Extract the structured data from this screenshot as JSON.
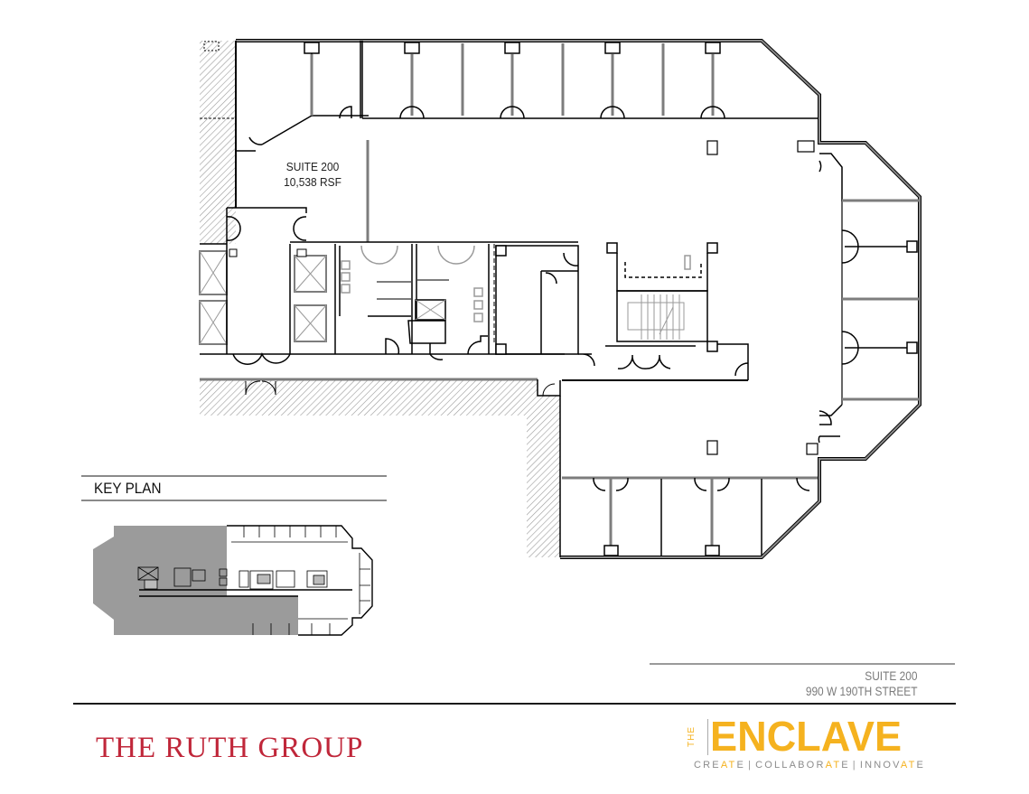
{
  "floor_plan": {
    "suite_label": "SUITE 200",
    "area_label": "10,538 RSF",
    "wall_color": "#000000",
    "glass_color": "#7d7d7d",
    "hatch_color": "#9a9a9a"
  },
  "key_plan": {
    "title": "KEY PLAN",
    "shaded_color": "#9b9b9b"
  },
  "address": {
    "suite": "SUITE 200",
    "street": "990 W 190TH STREET"
  },
  "footer": {
    "broker_logo": "THE RUTH GROUP",
    "broker_color": "#c0273a",
    "building_logo": {
      "prefix": "THE",
      "name": "ENCLAVE",
      "tagline": [
        {
          "pre": "CRE",
          "hl": "AT",
          "post": "E"
        },
        {
          "pre": "COLLABOR",
          "hl": "AT",
          "post": "E"
        },
        {
          "pre": "INNOV",
          "hl": "AT",
          "post": "E"
        }
      ],
      "brand_color": "#f5b21f"
    }
  }
}
